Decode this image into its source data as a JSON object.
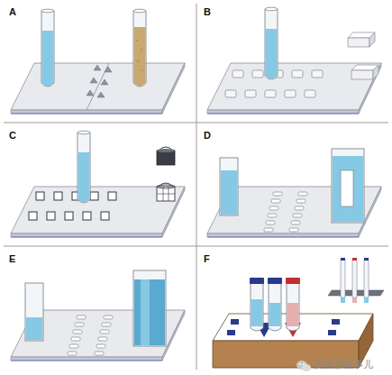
{
  "diagram": {
    "labels": [
      "A",
      "B",
      "C",
      "D",
      "E",
      "F",
      "英国那些事儿"
    ]
  }
}
